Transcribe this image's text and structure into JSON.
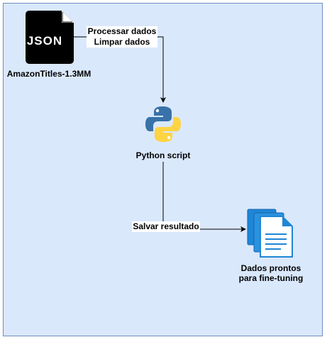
{
  "nodes": {
    "json_file": {
      "icon": "json-file-icon",
      "icon_text": "JSON",
      "label": "AmazonTitles-1.3MM"
    },
    "python_script": {
      "icon": "python-logo-icon",
      "label": "Python script",
      "colors": {
        "blue": "#3872a8",
        "yellow": "#ffd443"
      }
    },
    "output_docs": {
      "icon": "documents-icon",
      "label_line1": "Dados prontos",
      "label_line2": "para fine-tuning",
      "color": "#1f86d6"
    }
  },
  "edges": {
    "json_to_python": {
      "label_line1": "Processar dados",
      "label_line2": "Limpar dados"
    },
    "python_to_output": {
      "label": "Salvar resultado"
    }
  },
  "colors": {
    "background_fill": "#dae8fc",
    "background_border": "#6c8ebf",
    "edge": "#000000"
  }
}
